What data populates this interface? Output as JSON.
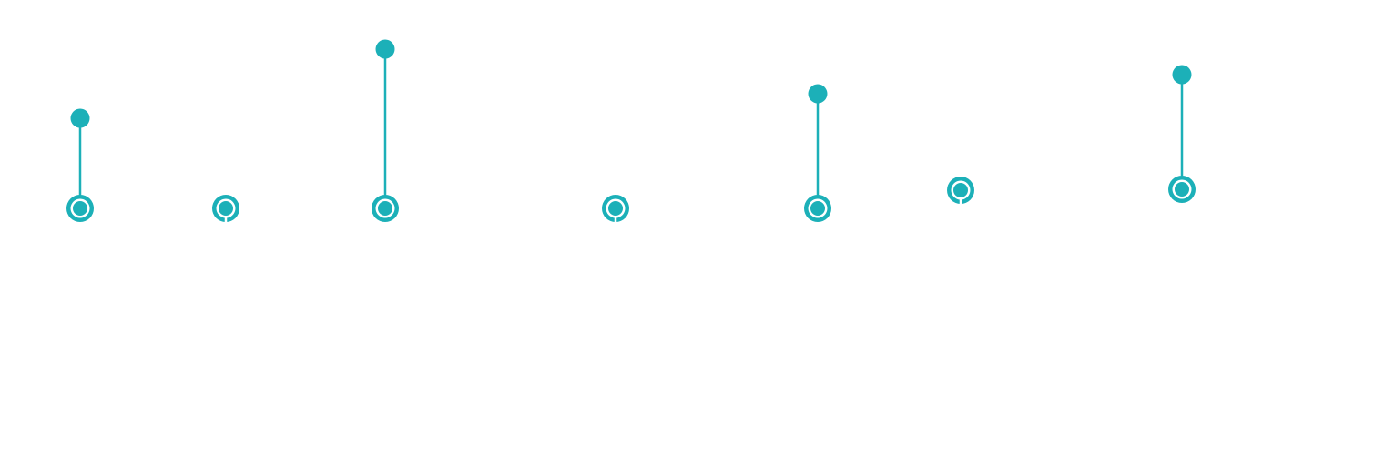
{
  "chart_data": {
    "type": "dumbbell",
    "title": "",
    "xlabel": "",
    "ylabel": "",
    "grid": false,
    "xlim": [
      0,
      15.21
    ],
    "ylim": [
      0,
      5
    ],
    "color": "#1cb0b8",
    "points": [
      {
        "x": 0.88,
        "start": 2.71,
        "end": 3.7
      },
      {
        "x": 2.48,
        "start": 2.71,
        "end": null
      },
      {
        "x": 4.23,
        "start": 2.71,
        "end": 4.46
      },
      {
        "x": 6.76,
        "start": 2.71,
        "end": null
      },
      {
        "x": 8.98,
        "start": 2.71,
        "end": 3.97
      },
      {
        "x": 10.55,
        "start": 2.91,
        "end": null
      },
      {
        "x": 12.98,
        "start": 2.92,
        "end": 4.18
      }
    ]
  }
}
